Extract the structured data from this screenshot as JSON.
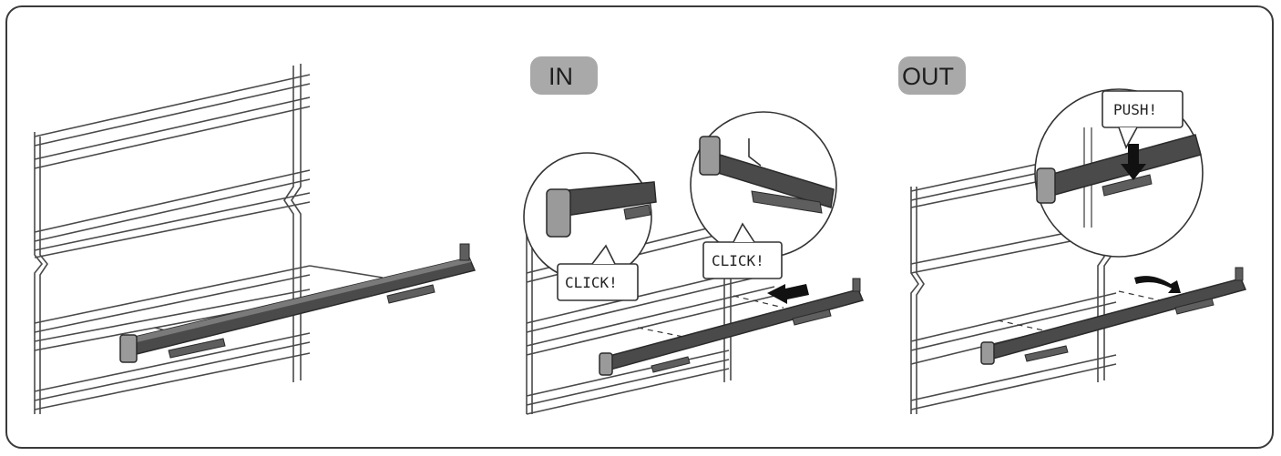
{
  "panels": {
    "in": {
      "label": "IN",
      "callout_left": "CLICK!",
      "callout_right": "CLICK!"
    },
    "out": {
      "label": "OUT",
      "callout": "PUSH!"
    }
  },
  "colors": {
    "tag_fill": "#a9a9a9",
    "rail": "#4a4a4a",
    "frame": "#3a3a3a"
  },
  "icons": [
    "push-arrow-icon",
    "click-arrow-icon",
    "pull-arrow-icon"
  ]
}
